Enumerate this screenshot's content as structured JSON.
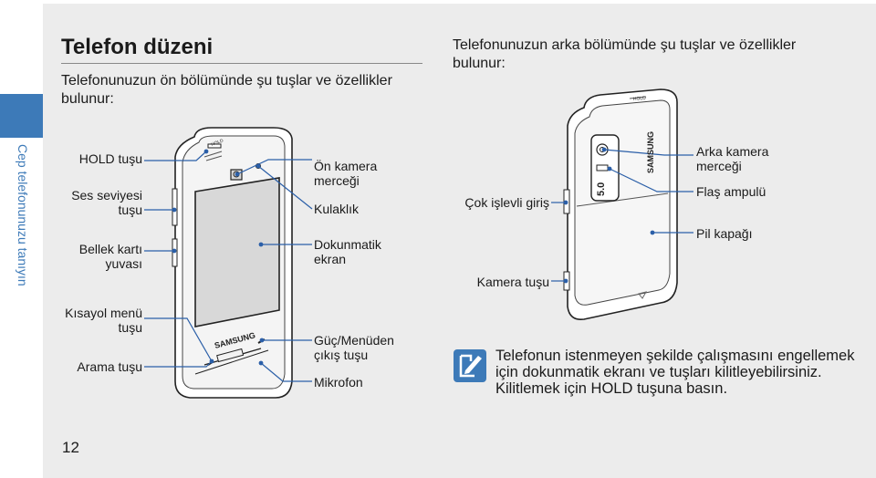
{
  "section_tab": "Cep telefonunuzu tanıyın",
  "title": "Telefon düzeni",
  "front_intro": "Telefonunuzun ön bölümünde şu tuşlar ve özellikler bulunur:",
  "back_intro": "Telefonunuzun arka bölümünde şu tuşlar ve özellikler bulunur:",
  "front_left_labels": {
    "hold": "HOLD tuşu",
    "volume": "Ses seviyesi tuşu",
    "memory": "Bellek kartı yuvası",
    "shortcut": "Kısayol menü tuşu",
    "search": "Arama tuşu"
  },
  "front_right_labels": {
    "front_camera": "Ön kamera merceği",
    "earpiece": "Kulaklık",
    "touchscreen": "Dokunmatik ekran",
    "power": "Güç/Menüden çıkış tuşu",
    "mic": "Mikrofon"
  },
  "back_labels": {
    "multi_jack": "Çok işlevli giriş",
    "camera_key": "Kamera tuşu",
    "rear_camera": "Arka kamera merceği",
    "flash": "Flaş ampulü",
    "battery_cover": "Pil kapağı"
  },
  "phone_marks": {
    "brand": "SAMSUNG",
    "hold_mark": "HOLD",
    "camera_mp": "5.0"
  },
  "note": "Telefonun istenmeyen şekilde çalışmasını engellemek için dokunmatik ekranı ve tuşları kilitleyebilirsiniz. Kilitlemek için HOLD tuşuna basın.",
  "page_number": "12",
  "colors": {
    "accent": "#3d7ab8",
    "page_bg": "#ececec",
    "leader": "#2b5fa8"
  }
}
